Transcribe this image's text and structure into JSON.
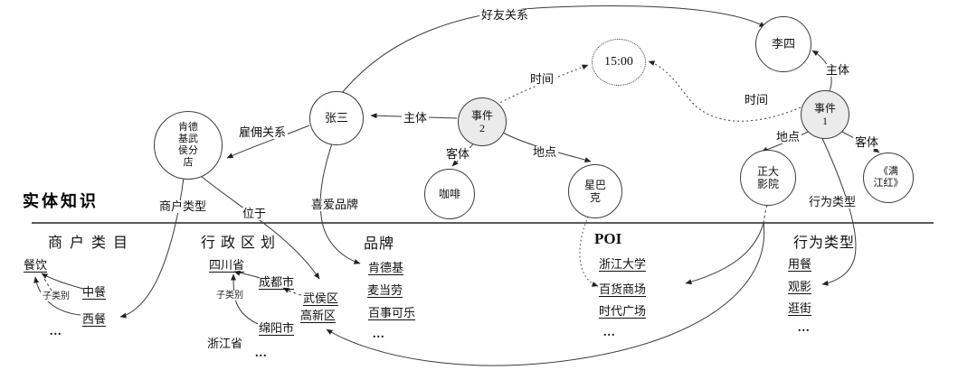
{
  "diagram_title": "实体知识",
  "nodes": {
    "kfc": "肯德\n基武\n侯分\n店",
    "zhangsan": "张三",
    "event2": "事件\n2",
    "coffee": "咖啡",
    "starbucks": "星巴\n克",
    "time_value": "15:00",
    "lisi": "李四",
    "event1": "事件\n1",
    "cinema": "正大\n影院",
    "movie": "《满\n江红》"
  },
  "relations": {
    "friend": "好友关系",
    "employment": "雇佣关系",
    "subject_e2": "主体",
    "time_e2": "时间",
    "object_e2": "客体",
    "location_e2": "地点",
    "time_e1": "时间",
    "subject_e1": "主体",
    "location_e1": "地点",
    "object_e1": "客体",
    "behavior_e1": "行为类型",
    "merchant_type": "商户类型",
    "located_in": "位于",
    "favorite_brand": "喜爱品牌",
    "subcategory_food": "子类别",
    "subcategory_region": "子类别"
  },
  "columns": {
    "merchant_category": {
      "header": "商户类目",
      "items": [
        "餐饮",
        "中餐",
        "西餐"
      ],
      "more": "..."
    },
    "admin_region": {
      "header": "行政区划",
      "items": [
        "四川省",
        "成都市",
        "武侯区",
        "高新区",
        "绵阳市",
        "浙江省"
      ],
      "more": "..."
    },
    "brand": {
      "header": "品牌",
      "items": [
        "肯德基",
        "麦当劳",
        "百事可乐"
      ],
      "more": "..."
    },
    "poi": {
      "header": "POI",
      "items": [
        "浙江大学",
        "百货商场",
        "时代广场"
      ],
      "more": "..."
    },
    "behavior_type": {
      "header": "行为类型",
      "items": [
        "用餐",
        "观影",
        "逛街"
      ],
      "more": "..."
    }
  }
}
